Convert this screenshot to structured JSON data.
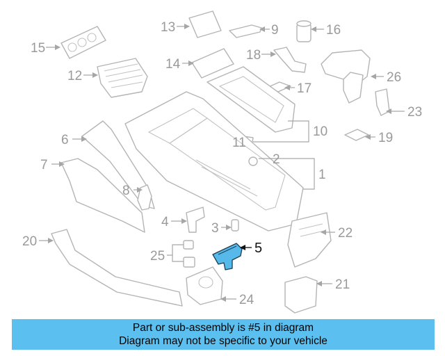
{
  "diagram": {
    "highlighted_part": "5",
    "callouts": [
      "1",
      "2",
      "3",
      "4",
      "5",
      "6",
      "7",
      "8",
      "9",
      "10",
      "11",
      "12",
      "13",
      "14",
      "15",
      "16",
      "17",
      "18",
      "19",
      "20",
      "21",
      "22",
      "23",
      "24",
      "25",
      "26"
    ],
    "colors": {
      "highlight_fill": "#56b9ea",
      "line_art": "#b4b4b4",
      "banner": "#5bc0f0"
    }
  },
  "banner": {
    "line1": "Part or sub-assembly is #5 in diagram",
    "line2": "Diagram may not be specific to your vehicle"
  }
}
